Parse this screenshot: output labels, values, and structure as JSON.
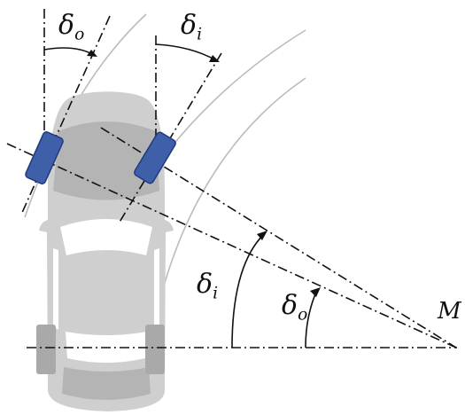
{
  "labels": {
    "delta_o_top": {
      "sym": "δ",
      "sub": "o"
    },
    "delta_i_top": {
      "sym": "δ",
      "sub": "i"
    },
    "delta_i_mid": {
      "sym": "δ",
      "sub": "i"
    },
    "delta_o_mid": {
      "sym": "δ",
      "sub": "o"
    },
    "center": "M"
  },
  "colors": {
    "car_body": "#cfcfcf",
    "car_cabin": "#b4b4b4",
    "window": "#ffffff",
    "front_wheel": "#3f5fa8",
    "front_wheel_edge": "#1f3a80",
    "rear_wheel": "#a9a9a9",
    "line": "#111111",
    "arc": "#bbbbbb"
  }
}
